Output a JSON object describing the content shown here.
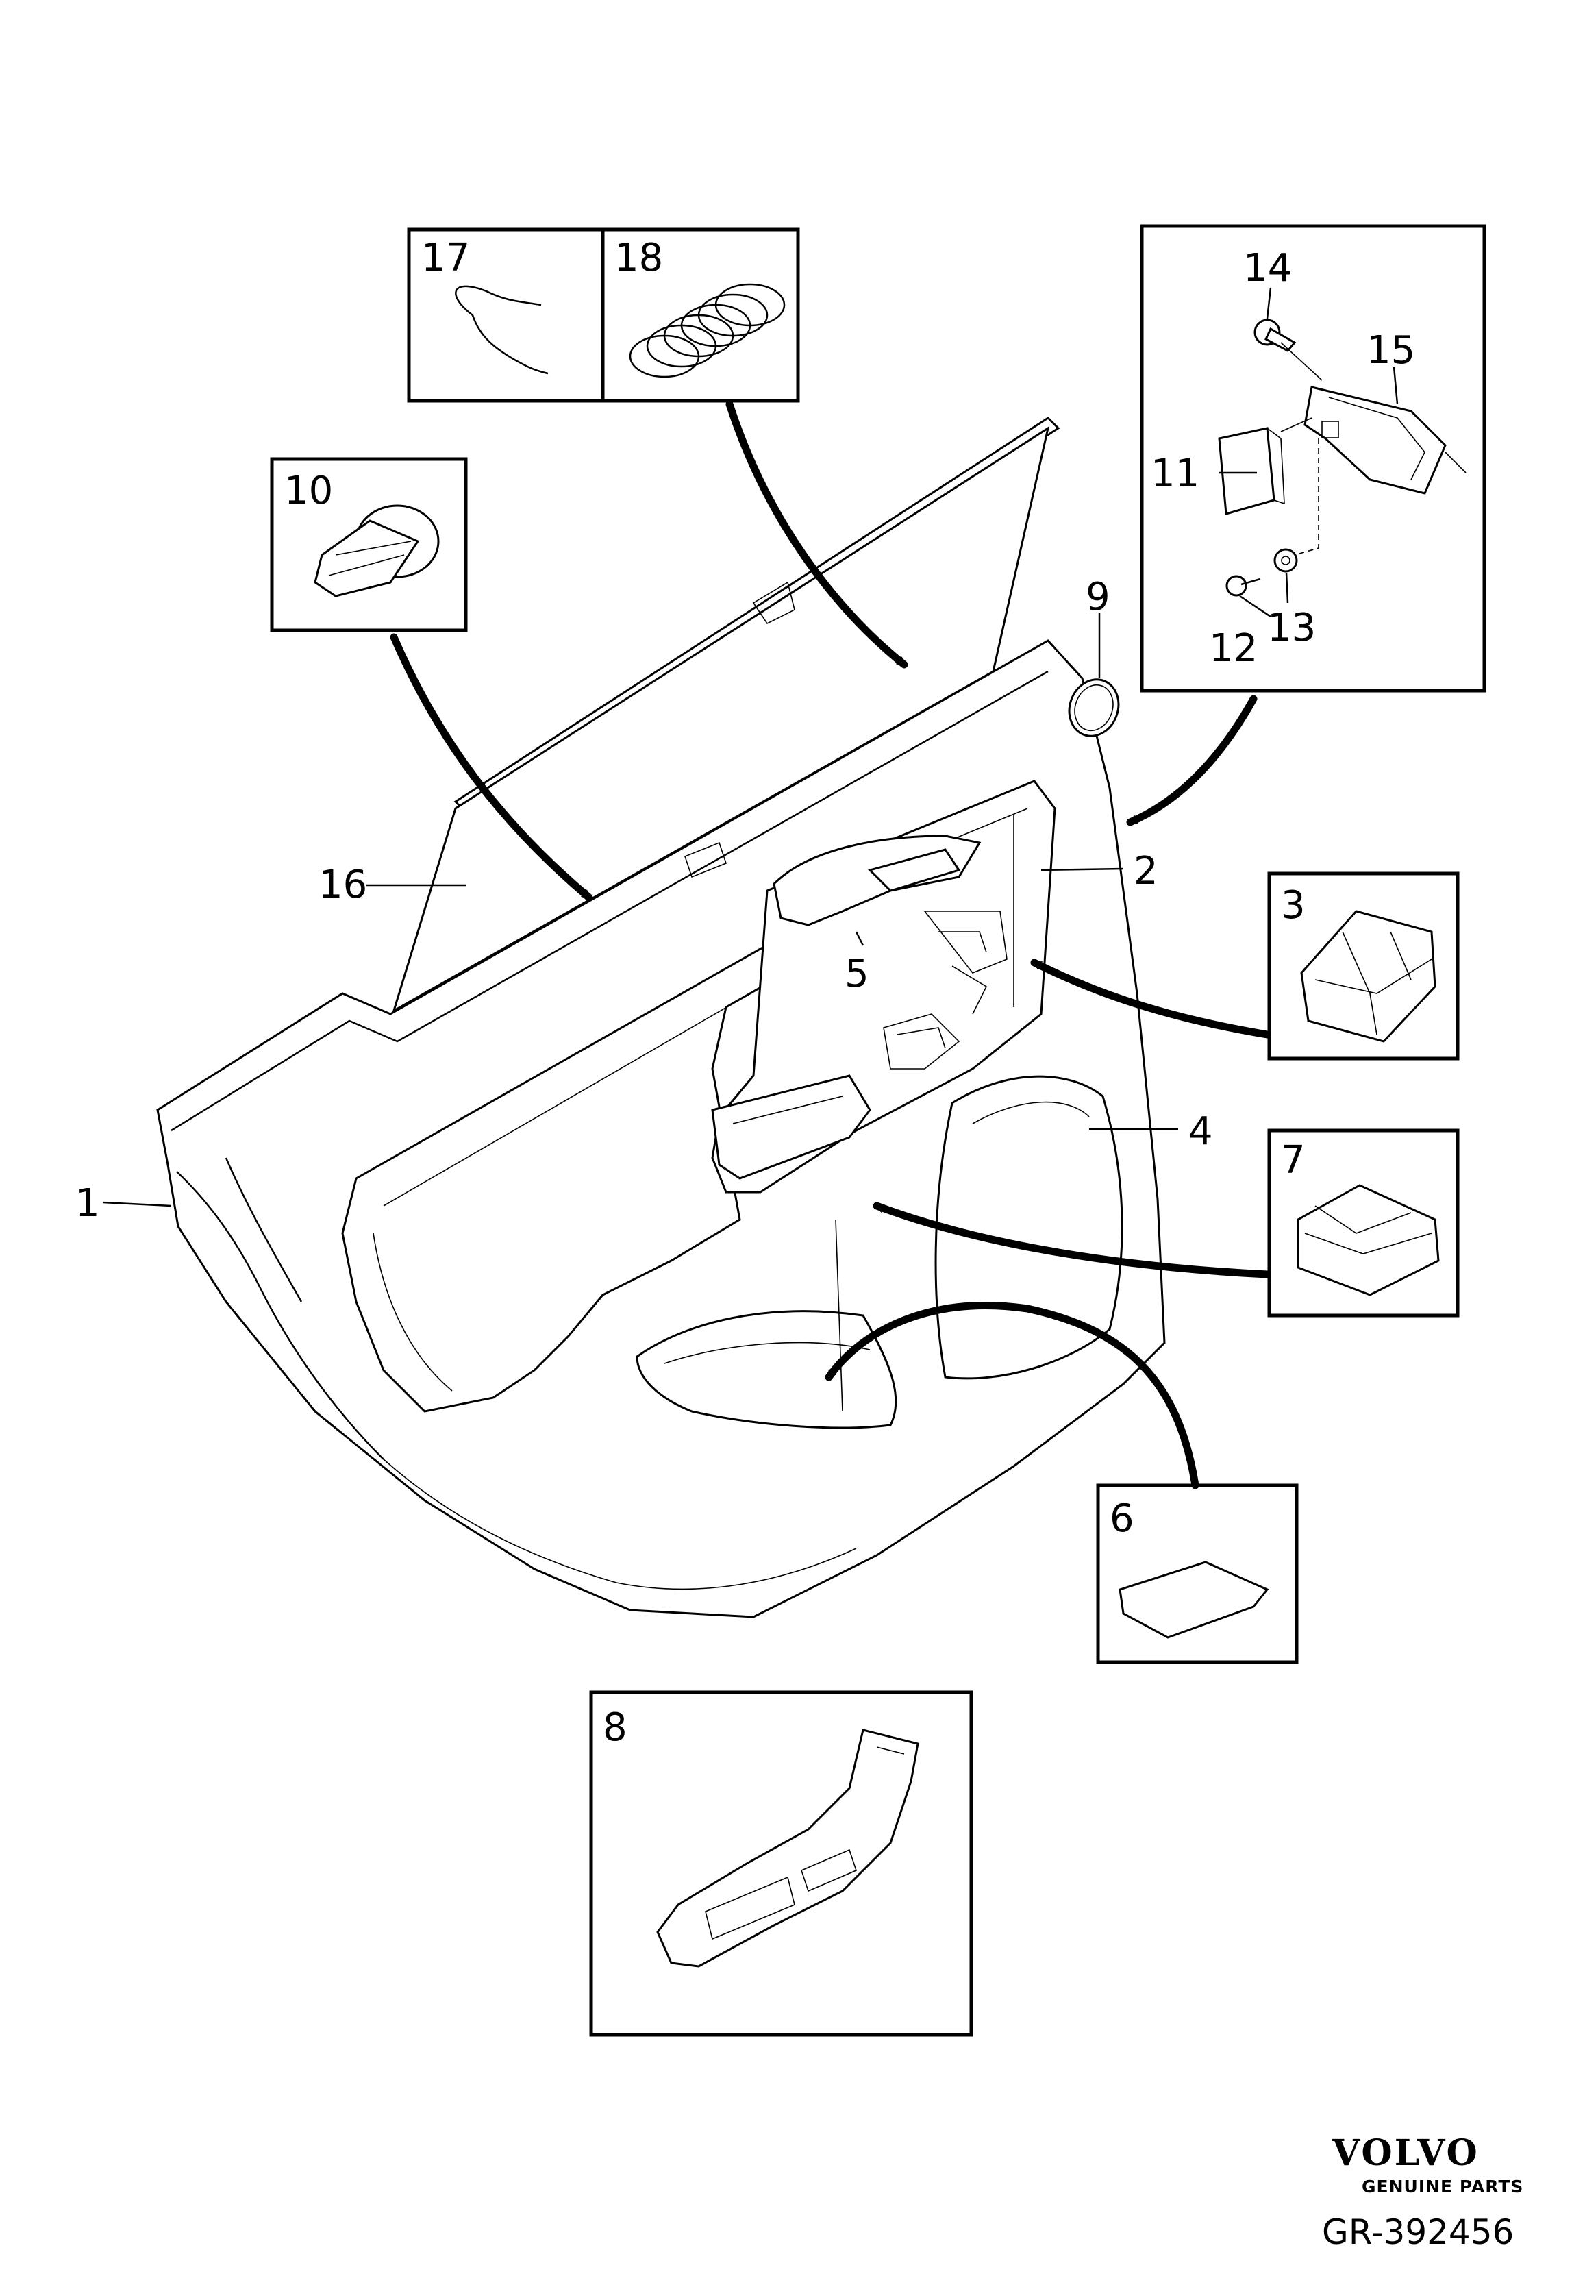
{
  "part_labels": {
    "p1": "1",
    "p2": "2",
    "p3": "3",
    "p4": "4",
    "p5": "5",
    "p6": "6",
    "p7": "7",
    "p8": "8",
    "p9": "9",
    "p10": "10",
    "p11": "11",
    "p12": "12",
    "p13": "13",
    "p14": "14",
    "p15": "15",
    "p16": "16",
    "p17": "17",
    "p18": "18"
  },
  "brand": {
    "logo_text": "VOLVO",
    "tagline": "GENUINE PARTS"
  },
  "reference": "GR-392456"
}
